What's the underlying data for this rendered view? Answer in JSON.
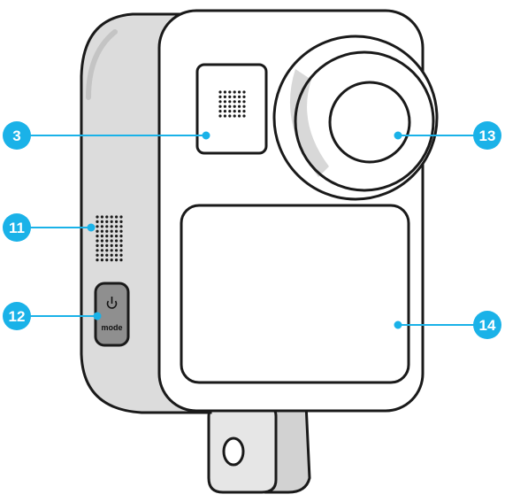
{
  "diagram": {
    "callouts": [
      {
        "id": "c3",
        "number": "3"
      },
      {
        "id": "c11",
        "number": "11"
      },
      {
        "id": "c12",
        "number": "12"
      },
      {
        "id": "c13",
        "number": "13"
      },
      {
        "id": "c14",
        "number": "14"
      }
    ],
    "mode_button": {
      "label": "mode",
      "icon": "power-icon"
    },
    "colors": {
      "callout": "#1ab2e8",
      "outline": "#1a1a1a",
      "body_side": "#dcdcdc",
      "lens_ring": "#d8d8d8"
    }
  }
}
